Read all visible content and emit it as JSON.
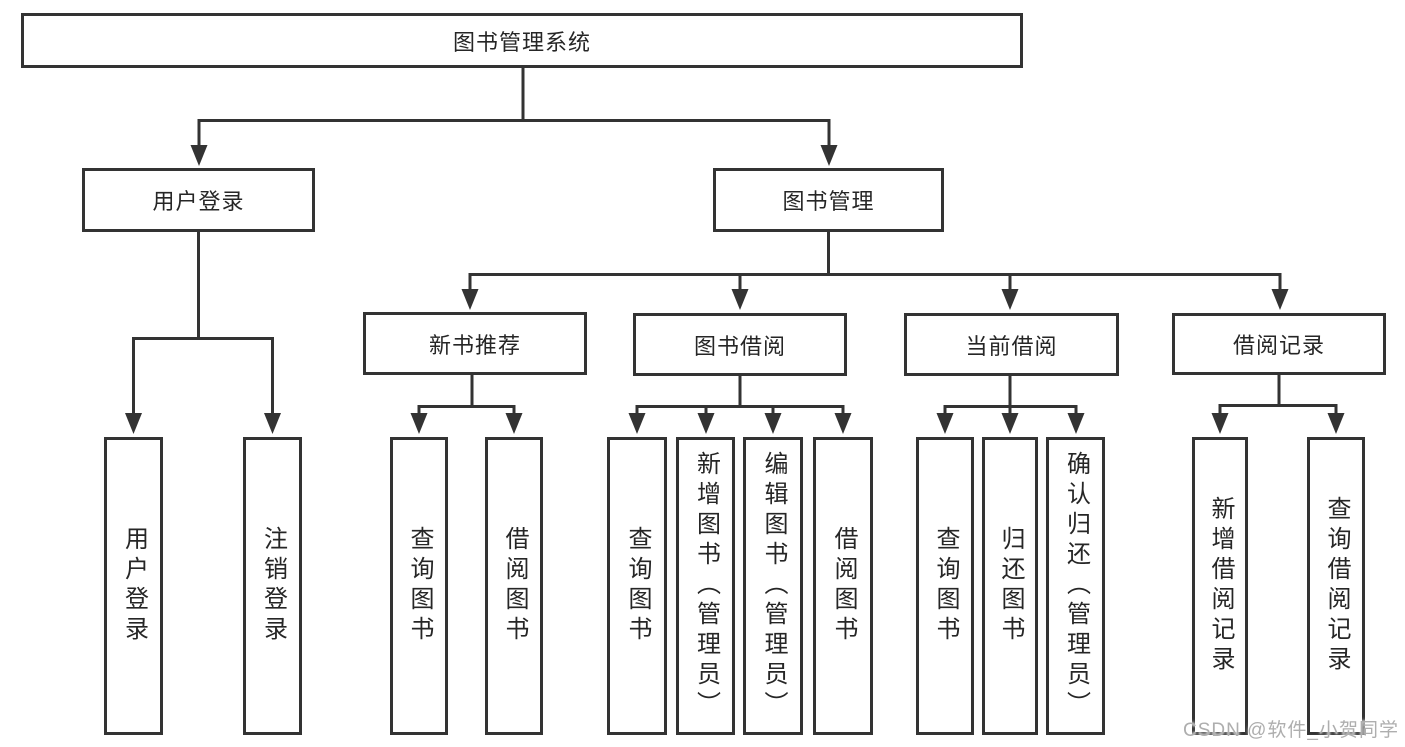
{
  "hierarchy": {
    "root": "图书管理系统",
    "children": [
      {
        "label": "用户登录",
        "children": [
          "用户登录",
          "注销登录"
        ]
      },
      {
        "label": "图书管理",
        "children": [
          {
            "label": "新书推荐",
            "children": [
              "查询图书",
              "借阅图书"
            ]
          },
          {
            "label": "图书借阅",
            "children": [
              "查询图书",
              "新增图书（管理员）",
              "编辑图书（管理员）",
              "借阅图书"
            ]
          },
          {
            "label": "当前借阅",
            "children": [
              "查询图书",
              "归还图书",
              "确认归还（管理员）"
            ]
          },
          {
            "label": "借阅记录",
            "children": [
              "新增借阅记录",
              "查询借阅记录"
            ]
          }
        ]
      }
    ]
  },
  "watermark": "CSDN @软件_小贺同学",
  "colors": {
    "line": "#333333",
    "text": "#262626",
    "watermark": "#aeaeae",
    "background": "#ffffff"
  }
}
